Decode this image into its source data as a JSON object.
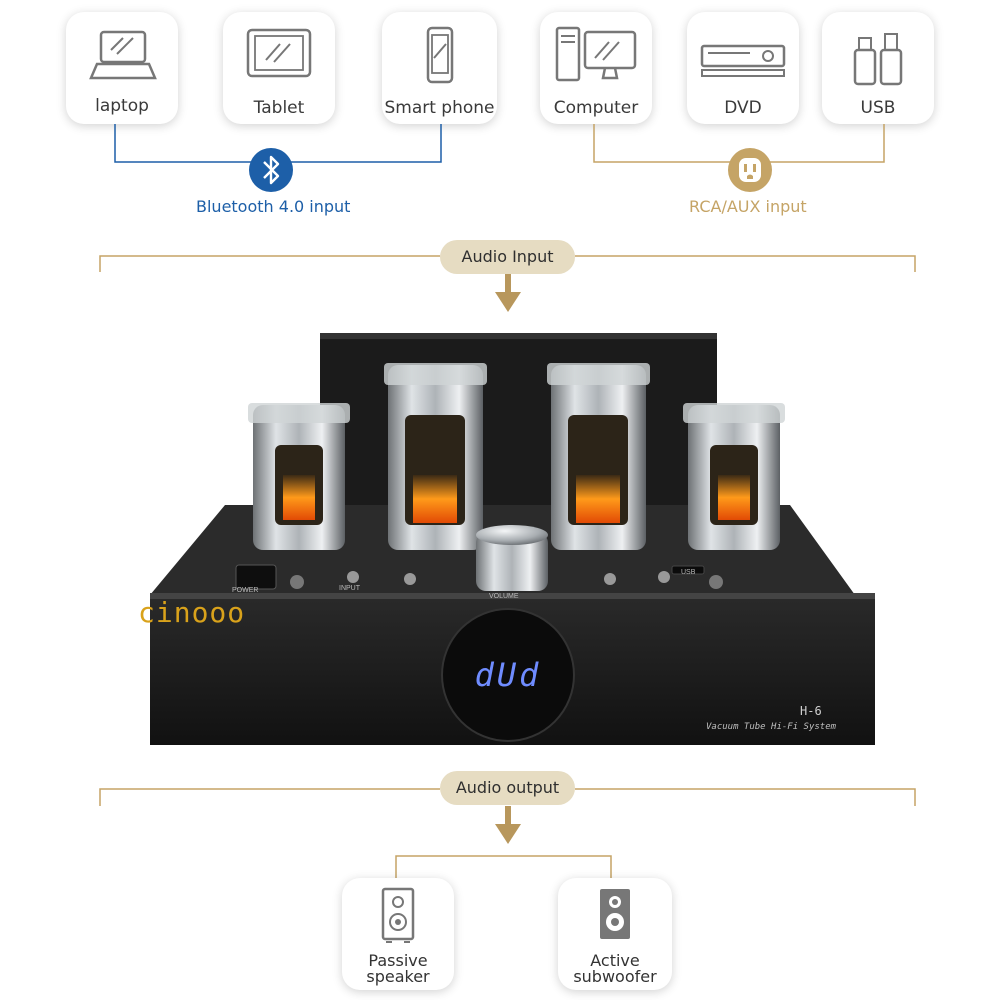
{
  "sources": {
    "laptop": "laptop",
    "tablet": "Tablet",
    "smartphone": "Smart phone",
    "computer": "Computer",
    "dvd": "DVD",
    "usb": "USB"
  },
  "bluetooth_caption": "Bluetooth 4.0 input",
  "rca_caption": "RCA/AUX input",
  "audio_input_label": "Audio Input",
  "audio_output_label": "Audio output",
  "outputs": {
    "passive_line1": "Passive",
    "passive_line2": "speaker",
    "active_line1": "Active",
    "active_line2": "subwoofer"
  },
  "amplifier": {
    "brand": "cinooo",
    "model": "H-6",
    "subtitle": "Vacuum Tube Hi-Fi System",
    "display": "dUd",
    "power_label": "POWER",
    "input_label": "INPUT",
    "volume_label": "VOLUME",
    "usb_label": "USB"
  },
  "colors": {
    "bluetooth": "#1d5fa8",
    "gold": "#c5a466",
    "pill": "#e6dcc2",
    "display": "#6f8cff"
  }
}
